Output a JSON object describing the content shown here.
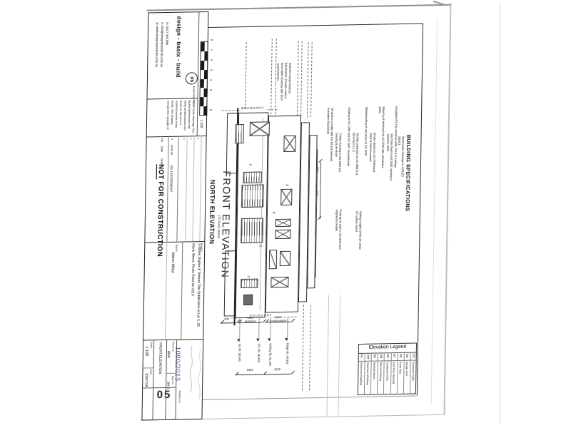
{
  "titleblock": {
    "brand": "design - basix - build",
    "logo_text": "db",
    "tagline": "design basix build",
    "contact_lines": [
      "m: 0417 466 886",
      "e: info@designbasixbuild.com.au",
      "w: www.designbasixbuild.com.au"
    ],
    "disclaimer": "Do not scale drawings. Use figured dimensions only. Verify all dimensions and levels on site prior to commencement of any works. This drawing remains the copyright of design basix build.",
    "scale_bar": {
      "numbers": [
        "0",
        "1",
        "2",
        "3",
        "4",
        "5",
        "8"
      ],
      "ratio": "1:100"
    },
    "revisions": {
      "headers": [
        "No.",
        "Date",
        "Detail"
      ],
      "row": {
        "no": "1",
        "date": "16.03.18",
        "detail": "DA LODGEMENT"
      },
      "ghost_rows": [
        "2",
        "3",
        "4"
      ]
    },
    "stamp": {
      "word1": "NOT",
      "rest": " FOR CONSTRUCTION"
    },
    "client": {
      "label": "Name:",
      "value": "Maher Milad"
    },
    "project": {
      "label": "Project:",
      "text": "2-storey Duplex & Torrens Title Subdivision at Lot 4, 29 Davis Street, Picnic Point No 2213"
    },
    "fields": {
      "scale_label": "Scale:",
      "scale": "1:100",
      "date_label": "Date:",
      "date": "02/07/18",
      "title_value": "FRONT ELEVATION",
      "drawn_label": "Drawn by:",
      "drawn": "dbcb",
      "dwg_label": "Dwg no:",
      "dwg": "DA-5",
      "number_label": "Drawing no.",
      "number": "05"
    },
    "approval": "1080/2015"
  },
  "drawing": {
    "title_main": "FRONT ELEVATION",
    "title_sub": "(TO Davis Street)",
    "title_secondary": "NORTH ELEVATION",
    "boundary": "BOUNDARY",
    "note": "Selected render finished balustrades, Powder-coated flood lights (Canopy with BCA requirements)",
    "window_tags": [
      "4b",
      "2b",
      "6b",
      "D1",
      "1b"
    ],
    "levels": [
      "GL RL 38.045",
      "FFL RL 38.445",
      "Ceiling RL 41.185",
      "Ridge RL 43.325"
    ],
    "dims": {
      "d900": "900",
      "setback_val": "5500",
      "setback_lbl": "SETBACK",
      "bound_val": "2040",
      "bound_lbl": "TO BOUNDARY",
      "bottom_a": "8110",
      "bottom_b": "4122",
      "side_a": "1417",
      "side_b": "1016"
    }
  },
  "specifications": {
    "title": "BUILDING SPECIFICATIONS",
    "columns": [
      "All work to comply with the BCA & relevant Australian Standards",
      "Timber framing to AS 1684 incl. bracing & tie-down",
      "Glazing to AS 1288 and AS 2047 requirements",
      "Termite protection to AS 3660.1 & BCA Part 3.1.3",
      "Waterproofing of wet areas to AS 3740",
      "Smoke alarms to AS 3786 hard wired & interconnected",
      "Masonry & brickwork to AS 3700 with articulation joints",
      "Roof tiles fixed to AS 2050, sarking to AS/NZS 4200",
      "Insulation R2.5 to external walls, R4.0 to ceilings",
      "Stormwater drainage to AS/NZS 3500.3",
      "Footings & slab to AS 2870 and engineers details",
      "Ceiling heights 2440 GF, 2440 FF unless noted"
    ]
  },
  "legend": {
    "title": "Elevation Legend",
    "items": [
      {
        "code": "AC",
        "desc": "Aluminium Cladding"
      },
      {
        "code": "AW",
        "desc": "Aluminium Windows"
      },
      {
        "code": "SD",
        "desc": "Selected Doors"
      },
      {
        "code": "OB",
        "desc": "Obscure Glazing"
      },
      {
        "code": "RC",
        "desc": "Rendered Finish"
      },
      {
        "code": "RT",
        "desc": "Roof Tiles Selected"
      },
      {
        "code": "DP",
        "desc": "Down Pipe"
      },
      {
        "code": "GD",
        "desc": "Garage Door"
      },
      {
        "code": "CG",
        "desc": "Colorbond Gutter"
      }
    ]
  },
  "colors": {
    "ink": "#2e2e2e",
    "pen_blue": "#3946a0",
    "pencil": "#cdcdcd",
    "paper_edge": "#bfbfbf"
  }
}
